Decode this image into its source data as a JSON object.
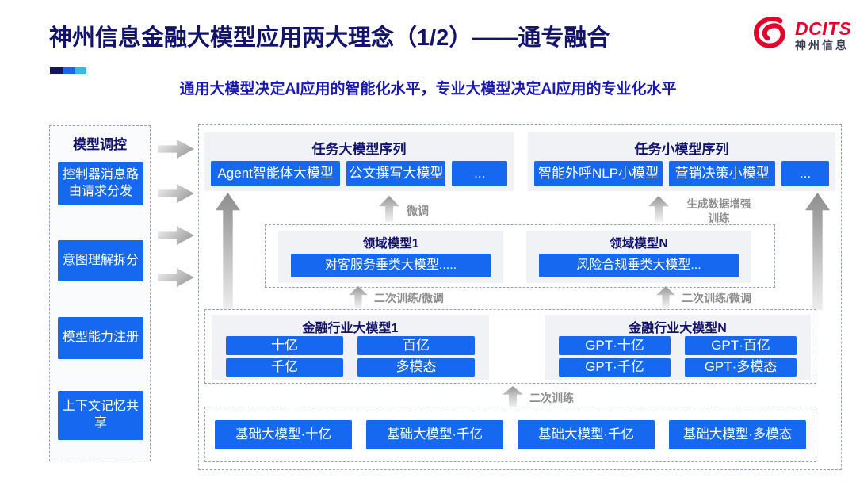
{
  "header": {
    "title": "神州信息金融大模型应用两大理念（1/2）——通专融合",
    "subtitle": "通用大模型决定AI应用的智能化水平，专业大模型决定AI应用的专业化水平",
    "logo": {
      "brand": "DCITS",
      "brand_cn": "神州信息"
    }
  },
  "colors": {
    "accent_blue": "#1668F1",
    "title_navy": "#13136B",
    "subtitle_blue": "#1A18B4",
    "logo_red": "#E3002B",
    "panel_gray": "#F1F2F5",
    "dash_border": "#9AA3BE",
    "arrow_gray": "#8E8E8E"
  },
  "sidebar": {
    "title": "模型调控",
    "items": [
      {
        "label": "控制器消息路由请求分发"
      },
      {
        "label": "意图理解拆分"
      },
      {
        "label": "模型能力注册"
      },
      {
        "label": "上下文记忆共享"
      }
    ]
  },
  "diagram": {
    "task_large": {
      "title": "任务大模型序列",
      "items": [
        "Agent智能体大模型",
        "公文撰写大模型",
        "..."
      ]
    },
    "task_small": {
      "title": "任务小模型序列",
      "items": [
        "智能外呼NLP小模型",
        "营销决策小模型",
        "..."
      ]
    },
    "labels": {
      "finetune": "微调",
      "gen_aug_line1": "生成数据增强",
      "gen_aug_line2": "训练",
      "secondary_ft_left": "二次训练/微调",
      "secondary_ft_right": "二次训练/微调",
      "secondary_training": "二次训练"
    },
    "domain": {
      "groups": [
        {
          "title": "领域模型1",
          "item": "对客服务垂类大模型....."
        },
        {
          "title": "领域模型N",
          "item": "风险合规垂类大模型..."
        }
      ]
    },
    "industry": {
      "groups": [
        {
          "title": "金融行业大模型1",
          "items": [
            "十亿",
            "百亿",
            "千亿",
            "多模态"
          ]
        },
        {
          "title": "金融行业大模型N",
          "items": [
            "GPT·十亿",
            "GPT·百亿",
            "GPT·千亿",
            "GPT·多模态"
          ]
        }
      ]
    },
    "base_models": [
      "基础大模型·十亿",
      "基础大模型·千亿",
      "基础大模型·千亿",
      "基础大模型·多模态"
    ]
  }
}
